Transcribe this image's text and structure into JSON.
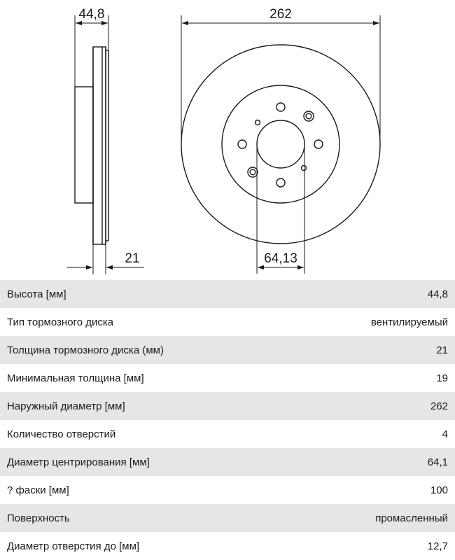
{
  "drawing": {
    "dims": {
      "height": "44,8",
      "outer_diameter": "262",
      "thickness": "21",
      "centering": "64,13"
    },
    "colors": {
      "line": "#1a1a1a"
    }
  },
  "specs": [
    {
      "label": "Высота [мм]",
      "value": "44,8"
    },
    {
      "label": "Тип тормозного диска",
      "value": "вентилируемый"
    },
    {
      "label": "Толщина тормозного диска (мм)",
      "value": "21"
    },
    {
      "label": "Минимальная толщина [мм]",
      "value": "19"
    },
    {
      "label": "Наружный диаметр [мм]",
      "value": "262"
    },
    {
      "label": "Количество отверстий",
      "value": "4"
    },
    {
      "label": "Диаметр центрирования [мм]",
      "value": "64,1"
    },
    {
      "label": "? фаски [мм]",
      "value": "100"
    },
    {
      "label": "Поверхность",
      "value": "промасленный"
    },
    {
      "label": "Диаметр отверстия до [мм]",
      "value": "12,7"
    }
  ],
  "colors": {
    "row_stripe": "#e6e6e6",
    "row_plain": "#ffffff"
  }
}
